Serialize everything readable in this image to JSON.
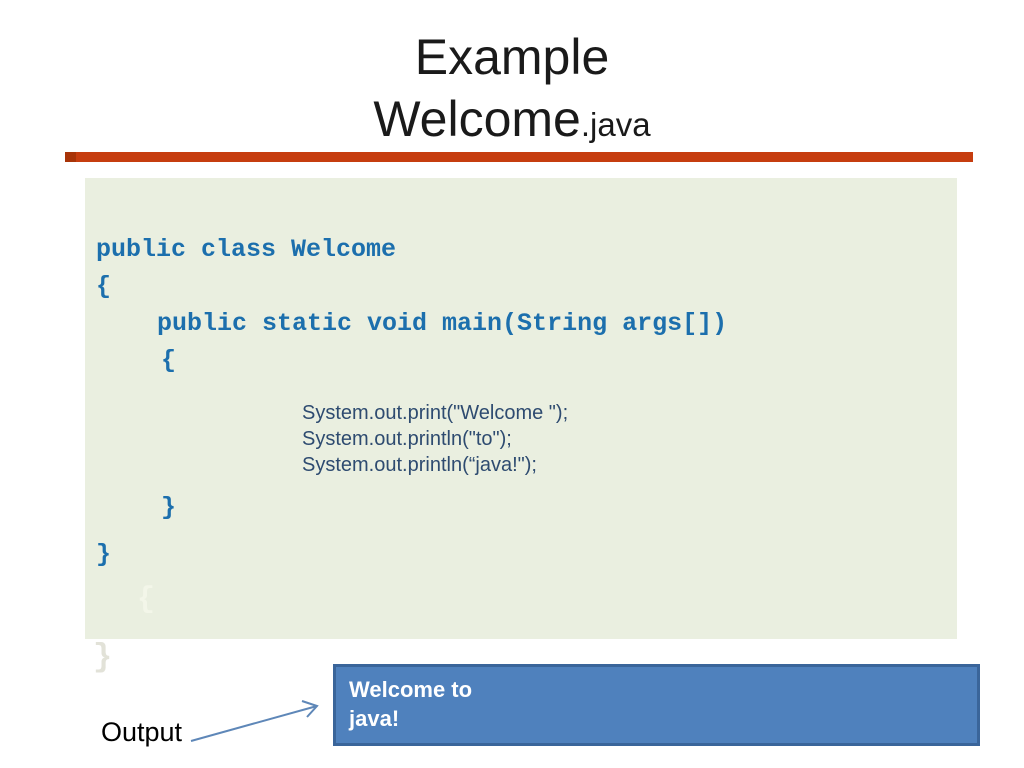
{
  "title": {
    "line1": "Example",
    "line2_main": "Welcome",
    "line2_suffix": ".java"
  },
  "colors": {
    "accent_rule": "#C63D0F",
    "code_panel_bg": "#EAEFE0",
    "keyword_blue": "#1C6FAD",
    "statement_navy": "#2E4B70",
    "output_box_fill": "#4F81BD",
    "output_box_border": "#3A659A",
    "arrow_blue": "#5E87B8"
  },
  "code_panel": {
    "class_decl": "public class Welcome",
    "brace_class_open": "{",
    "main_decl": "public static void main(String args[])",
    "brace_main_open": "{",
    "stmt_print_welcome": "System.out.print(\"Welcome \");",
    "stmt_println_to": "System.out.println(\"to\");",
    "stmt_println_java": "System.out.println(“java!\");",
    "brace_main_close": "}",
    "brace_class_close": "}",
    "ghost_brace_inside": "{",
    "ghost_brace_below": "}"
  },
  "output_callout": {
    "label": "Output",
    "box_line1": "Welcome to",
    "box_line2": "java!"
  }
}
